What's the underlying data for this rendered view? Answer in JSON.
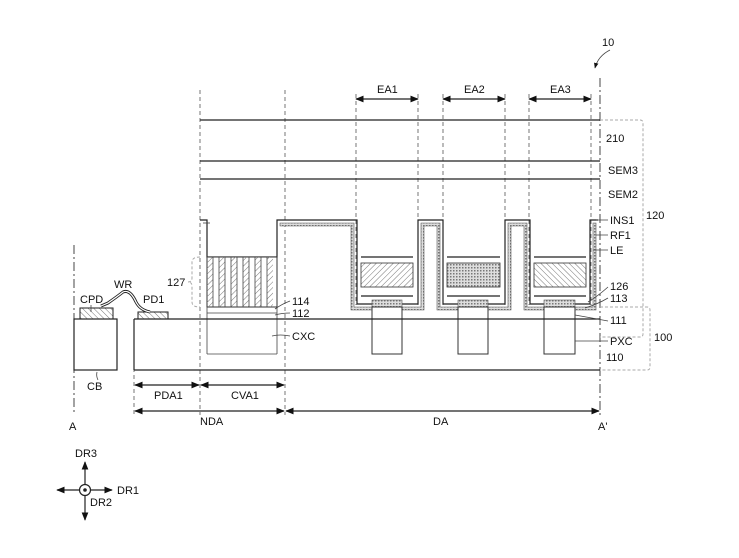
{
  "figure_ref": "10",
  "section": {
    "start": "A",
    "end": "A'"
  },
  "emission_areas": [
    "EA1",
    "EA2",
    "EA3"
  ],
  "layer_labels": {
    "l210": "210",
    "sem3": "SEM3",
    "sem2": "SEM2",
    "ins1": "INS1",
    "rf1": "RF1",
    "le": "LE",
    "l126": "126",
    "l113": "113",
    "l111": "111",
    "pxc": "PXC",
    "l110": "110"
  },
  "group_labels": {
    "g120": "120",
    "g100": "100"
  },
  "left_labels": {
    "cpd": "CPD",
    "wr": "WR",
    "pd1": "PD1",
    "cb": "CB",
    "l127": "127",
    "l114": "114",
    "l112": "112",
    "cxc": "CXC"
  },
  "regions": {
    "pda1": "PDA1",
    "cva1": "CVA1",
    "nda": "NDA",
    "da": "DA"
  },
  "compass": {
    "dr1": "DR1",
    "dr2": "DR2",
    "dr3": "DR3"
  }
}
